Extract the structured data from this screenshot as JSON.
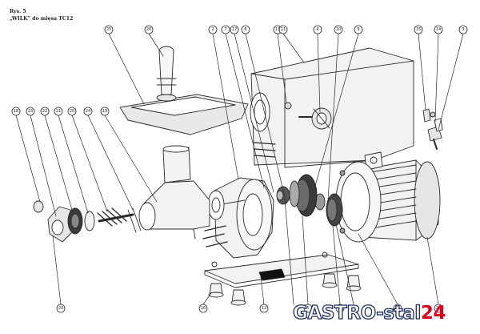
{
  "header": {
    "line1": "Rys. 5",
    "line2": "„WILK” do mięsa TC12"
  },
  "callouts": [
    "25",
    "26",
    "2",
    "7",
    "17",
    "8",
    "13",
    "11",
    "4",
    "10",
    "9",
    "15",
    "14",
    "3",
    "18",
    "23",
    "22",
    "21",
    "20",
    "24",
    "19",
    "29",
    "16",
    "12",
    "6",
    "5",
    "1",
    "28"
  ],
  "watermark": {
    "part1": "GASTRO-stal",
    "part2": "24",
    "color_outline": "#1e2f66",
    "color_accent": "#e0001a"
  },
  "colors": {
    "line": "#2a2a2a",
    "fill": "#f2f2f2",
    "shade": "#d8d8d8",
    "dark": "#3a3a3a"
  }
}
